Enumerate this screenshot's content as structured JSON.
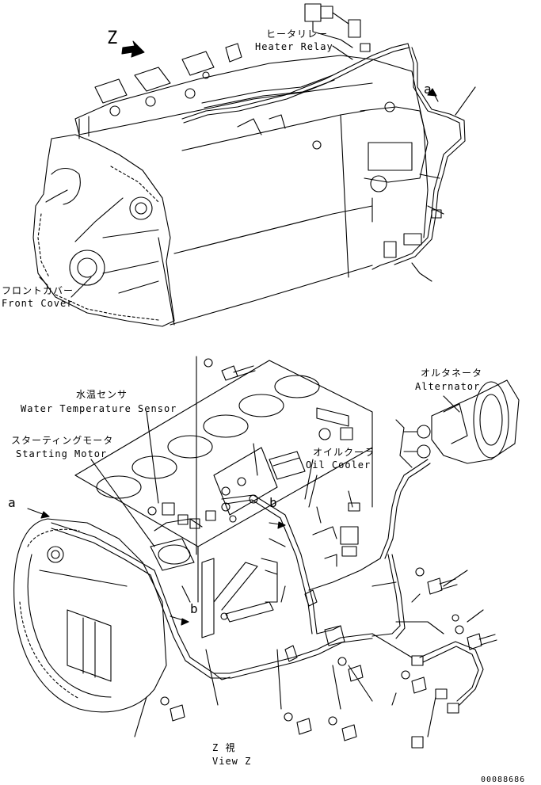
{
  "labels": {
    "heater_relay_jp": "ヒータリレー",
    "heater_relay_en": "Heater Relay",
    "front_cover_jp": "フロントカバー",
    "front_cover_en": "Front Cover",
    "view_arrow_letter": "Z",
    "arrow_a_top": "a",
    "water_temp_jp": "水温センサ",
    "water_temp_en": "Water Temperature Sensor",
    "starting_motor_jp": "スターティングモータ",
    "starting_motor_en": "Starting Motor",
    "alternator_jp": "オルタネータ",
    "alternator_en": "Alternator",
    "oil_cooler_jp": "オイルクーラ",
    "oil_cooler_en": "Oil Cooler",
    "arrow_a_left": "a",
    "arrow_b_center": "b",
    "arrow_b_lower": "b",
    "view_z_jp": "Z 視",
    "view_z_en": "View Z",
    "drawing_number": "00088686"
  }
}
